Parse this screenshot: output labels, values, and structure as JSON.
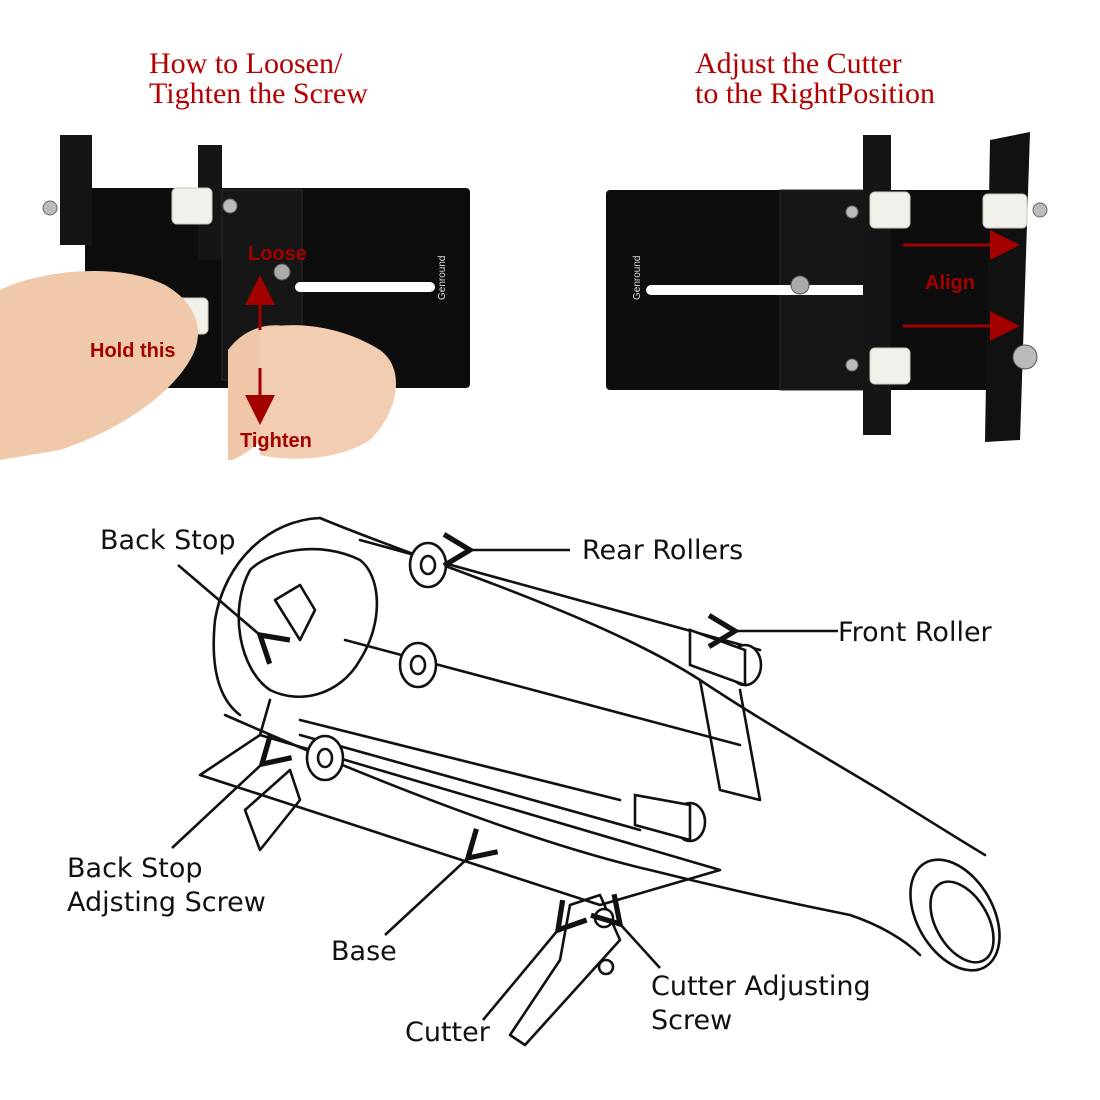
{
  "photos": {
    "left": {
      "title_line1": "How to Loosen/",
      "title_line2": "Tighten the Screw",
      "labels": {
        "loose": "Loose",
        "hold": "Hold this",
        "tighten": "Tighten"
      },
      "brand": "Genround"
    },
    "right": {
      "title_line1": "Adjust the Cutter",
      "title_line2": "to the RightPosition",
      "labels": {
        "align": "Align"
      },
      "brand": "Genround"
    }
  },
  "diagram": {
    "labels": {
      "back_stop": "Back Stop",
      "rear_rollers": "Rear Rollers",
      "front_roller": "Front Roller",
      "back_stop_screw_1": "Back Stop",
      "back_stop_screw_2": "Adjsting Screw",
      "base": "Base",
      "cutter": "Cutter",
      "cutter_screw_1": "Cutter Adjusting",
      "cutter_screw_2": "Screw"
    }
  },
  "colors": {
    "title": "#b40000",
    "annotation": "#a30000",
    "plate": "#0d0d0d",
    "roller": "#f2f0ea"
  }
}
